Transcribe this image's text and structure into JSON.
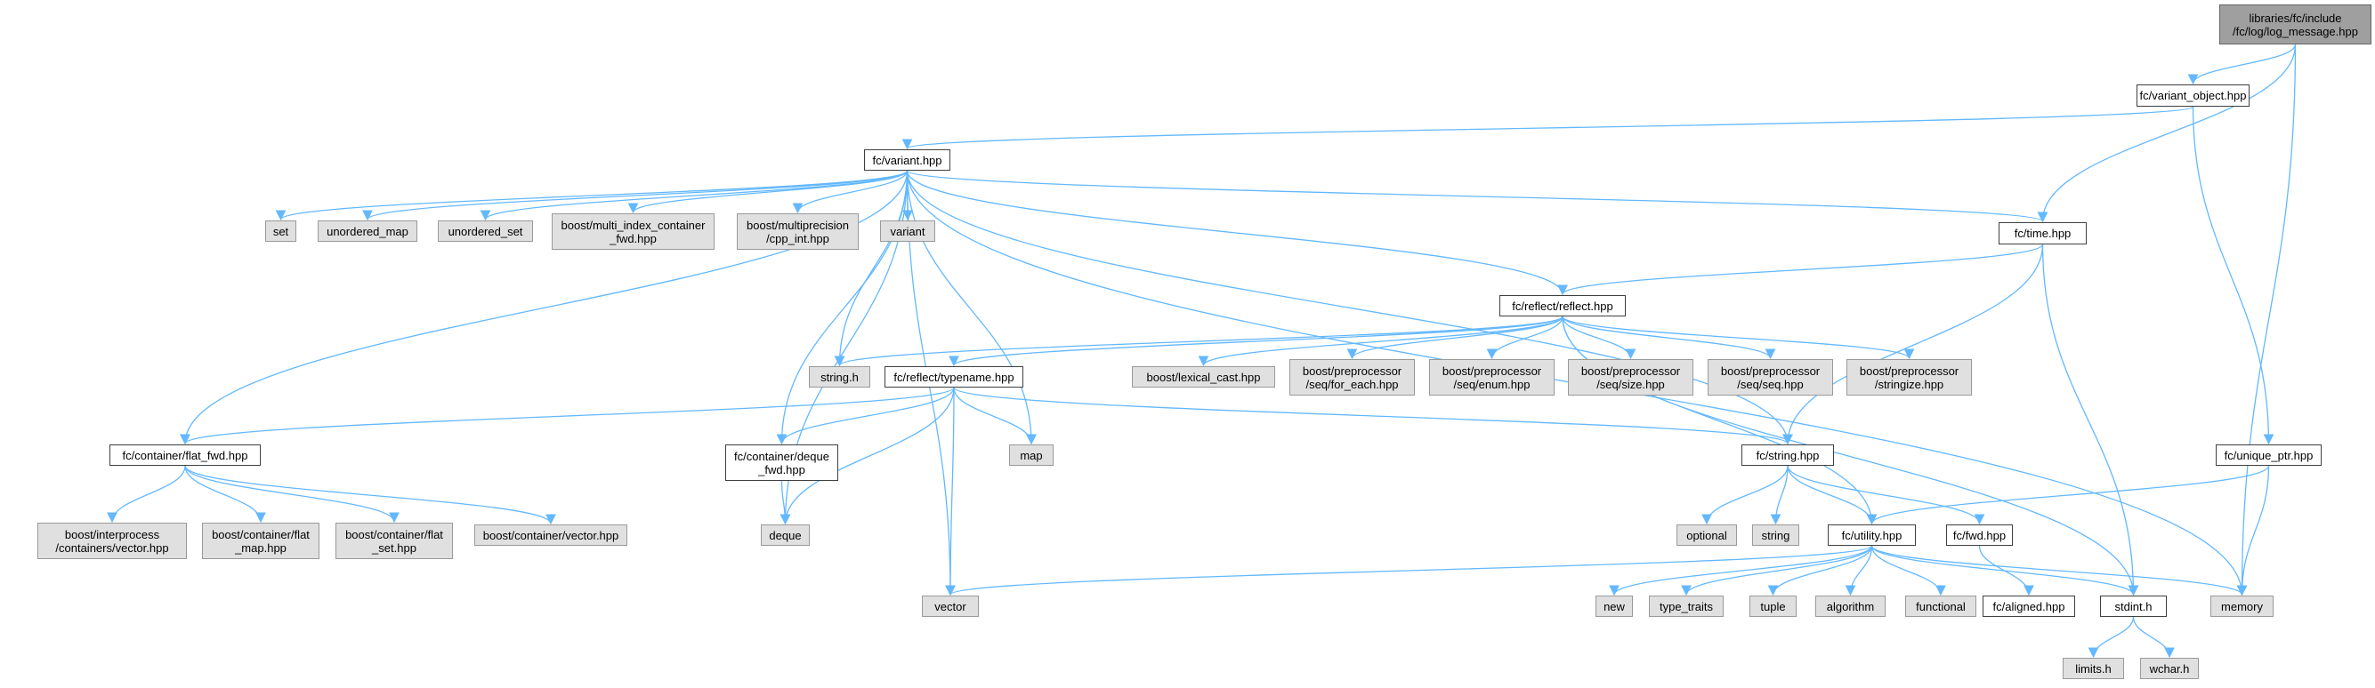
{
  "colors": {
    "edge": "#63b8ff",
    "node_gray": "#e0e0e0",
    "node_root": "#9f9f9f"
  },
  "nodes": [
    {
      "id": "root",
      "label": "libraries/fc/include\n/fc/log/log_message.hpp",
      "kind": "root"
    },
    {
      "id": "variant_object",
      "label": "fc/variant_object.hpp",
      "kind": "white"
    },
    {
      "id": "variant",
      "label": "fc/variant.hpp",
      "kind": "white"
    },
    {
      "id": "time",
      "label": "fc/time.hpp",
      "kind": "white"
    },
    {
      "id": "reflect",
      "label": "fc/reflect/reflect.hpp",
      "kind": "white"
    },
    {
      "id": "typename",
      "label": "fc/reflect/typename.hpp",
      "kind": "white"
    },
    {
      "id": "flat_fwd",
      "label": "fc/container/flat_fwd.hpp",
      "kind": "white"
    },
    {
      "id": "deque_fwd",
      "label": "fc/container/deque\n_fwd.hpp",
      "kind": "white"
    },
    {
      "id": "fcstring",
      "label": "fc/string.hpp",
      "kind": "white"
    },
    {
      "id": "unique_ptr",
      "label": "fc/unique_ptr.hpp",
      "kind": "white"
    },
    {
      "id": "utility",
      "label": "fc/utility.hpp",
      "kind": "white"
    },
    {
      "id": "fwd",
      "label": "fc/fwd.hpp",
      "kind": "white"
    },
    {
      "id": "aligned",
      "label": "fc/aligned.hpp",
      "kind": "white"
    },
    {
      "id": "stdint",
      "label": "stdint.h",
      "kind": "white"
    },
    {
      "id": "set",
      "label": "set",
      "kind": "gray"
    },
    {
      "id": "unordered_map",
      "label": "unordered_map",
      "kind": "gray"
    },
    {
      "id": "unordered_set",
      "label": "unordered_set",
      "kind": "gray"
    },
    {
      "id": "mic_fwd",
      "label": "boost/multi_index_container\n_fwd.hpp",
      "kind": "gray"
    },
    {
      "id": "cpp_int",
      "label": "boost/multiprecision\n/cpp_int.hpp",
      "kind": "gray"
    },
    {
      "id": "variant_std",
      "label": "variant",
      "kind": "gray"
    },
    {
      "id": "string_h",
      "label": "string.h",
      "kind": "gray"
    },
    {
      "id": "lexical_cast",
      "label": "boost/lexical_cast.hpp",
      "kind": "gray"
    },
    {
      "id": "seq_for_each",
      "label": "boost/preprocessor\n/seq/for_each.hpp",
      "kind": "gray"
    },
    {
      "id": "seq_enum",
      "label": "boost/preprocessor\n/seq/enum.hpp",
      "kind": "gray"
    },
    {
      "id": "seq_size",
      "label": "boost/preprocessor\n/seq/size.hpp",
      "kind": "gray"
    },
    {
      "id": "seq_seq",
      "label": "boost/preprocessor\n/seq/seq.hpp",
      "kind": "gray"
    },
    {
      "id": "stringize",
      "label": "boost/preprocessor\n/stringize.hpp",
      "kind": "gray"
    },
    {
      "id": "map",
      "label": "map",
      "kind": "gray"
    },
    {
      "id": "interprocess_vector",
      "label": "boost/interprocess\n/containers/vector.hpp",
      "kind": "gray"
    },
    {
      "id": "flat_map",
      "label": "boost/container/flat\n_map.hpp",
      "kind": "gray"
    },
    {
      "id": "flat_set",
      "label": "boost/container/flat\n_set.hpp",
      "kind": "gray"
    },
    {
      "id": "container_vector",
      "label": "boost/container/vector.hpp",
      "kind": "gray"
    },
    {
      "id": "deque",
      "label": "deque",
      "kind": "gray"
    },
    {
      "id": "optional",
      "label": "optional",
      "kind": "gray"
    },
    {
      "id": "string_std",
      "label": "string",
      "kind": "gray"
    },
    {
      "id": "vector",
      "label": "vector",
      "kind": "gray"
    },
    {
      "id": "new",
      "label": "new",
      "kind": "gray"
    },
    {
      "id": "type_traits",
      "label": "type_traits",
      "kind": "gray"
    },
    {
      "id": "tuple",
      "label": "tuple",
      "kind": "gray"
    },
    {
      "id": "algorithm",
      "label": "algorithm",
      "kind": "gray"
    },
    {
      "id": "functional",
      "label": "functional",
      "kind": "gray"
    },
    {
      "id": "memory",
      "label": "memory",
      "kind": "gray"
    },
    {
      "id": "limits",
      "label": "limits.h",
      "kind": "gray"
    },
    {
      "id": "wchar",
      "label": "wchar.h",
      "kind": "gray"
    }
  ],
  "edges": [
    [
      "root",
      "variant_object"
    ],
    [
      "root",
      "time"
    ],
    [
      "root",
      "memory"
    ],
    [
      "variant_object",
      "variant"
    ],
    [
      "variant_object",
      "unique_ptr"
    ],
    [
      "variant",
      "set"
    ],
    [
      "variant",
      "unordered_map"
    ],
    [
      "variant",
      "unordered_set"
    ],
    [
      "variant",
      "mic_fwd"
    ],
    [
      "variant",
      "cpp_int"
    ],
    [
      "variant",
      "variant_std"
    ],
    [
      "variant",
      "time"
    ],
    [
      "variant",
      "reflect"
    ],
    [
      "variant",
      "memory"
    ],
    [
      "variant",
      "flat_fwd"
    ],
    [
      "variant",
      "deque"
    ],
    [
      "variant",
      "vector"
    ],
    [
      "variant",
      "string_h"
    ],
    [
      "variant",
      "deque_fwd"
    ],
    [
      "variant",
      "map"
    ],
    [
      "variant",
      "fcstring"
    ],
    [
      "time",
      "reflect"
    ],
    [
      "time",
      "fcstring"
    ],
    [
      "time",
      "stdint"
    ],
    [
      "reflect",
      "string_h"
    ],
    [
      "reflect",
      "typename"
    ],
    [
      "reflect",
      "lexical_cast"
    ],
    [
      "reflect",
      "seq_for_each"
    ],
    [
      "reflect",
      "seq_enum"
    ],
    [
      "reflect",
      "seq_size"
    ],
    [
      "reflect",
      "seq_seq"
    ],
    [
      "reflect",
      "stringize"
    ],
    [
      "reflect",
      "utility"
    ],
    [
      "reflect",
      "stdint"
    ],
    [
      "typename",
      "flat_fwd"
    ],
    [
      "typename",
      "deque_fwd"
    ],
    [
      "typename",
      "map"
    ],
    [
      "typename",
      "deque"
    ],
    [
      "typename",
      "vector"
    ],
    [
      "typename",
      "fcstring"
    ],
    [
      "flat_fwd",
      "interprocess_vector"
    ],
    [
      "flat_fwd",
      "flat_map"
    ],
    [
      "flat_fwd",
      "flat_set"
    ],
    [
      "flat_fwd",
      "container_vector"
    ],
    [
      "deque_fwd",
      "deque"
    ],
    [
      "fcstring",
      "optional"
    ],
    [
      "fcstring",
      "string_std"
    ],
    [
      "fcstring",
      "utility"
    ],
    [
      "fcstring",
      "fwd"
    ],
    [
      "unique_ptr",
      "utility"
    ],
    [
      "unique_ptr",
      "memory"
    ],
    [
      "utility",
      "vector"
    ],
    [
      "utility",
      "new"
    ],
    [
      "utility",
      "type_traits"
    ],
    [
      "utility",
      "tuple"
    ],
    [
      "utility",
      "algorithm"
    ],
    [
      "utility",
      "functional"
    ],
    [
      "utility",
      "memory"
    ],
    [
      "utility",
      "stdint"
    ],
    [
      "fwd",
      "aligned"
    ],
    [
      "stdint",
      "limits"
    ],
    [
      "stdint",
      "wchar"
    ]
  ]
}
